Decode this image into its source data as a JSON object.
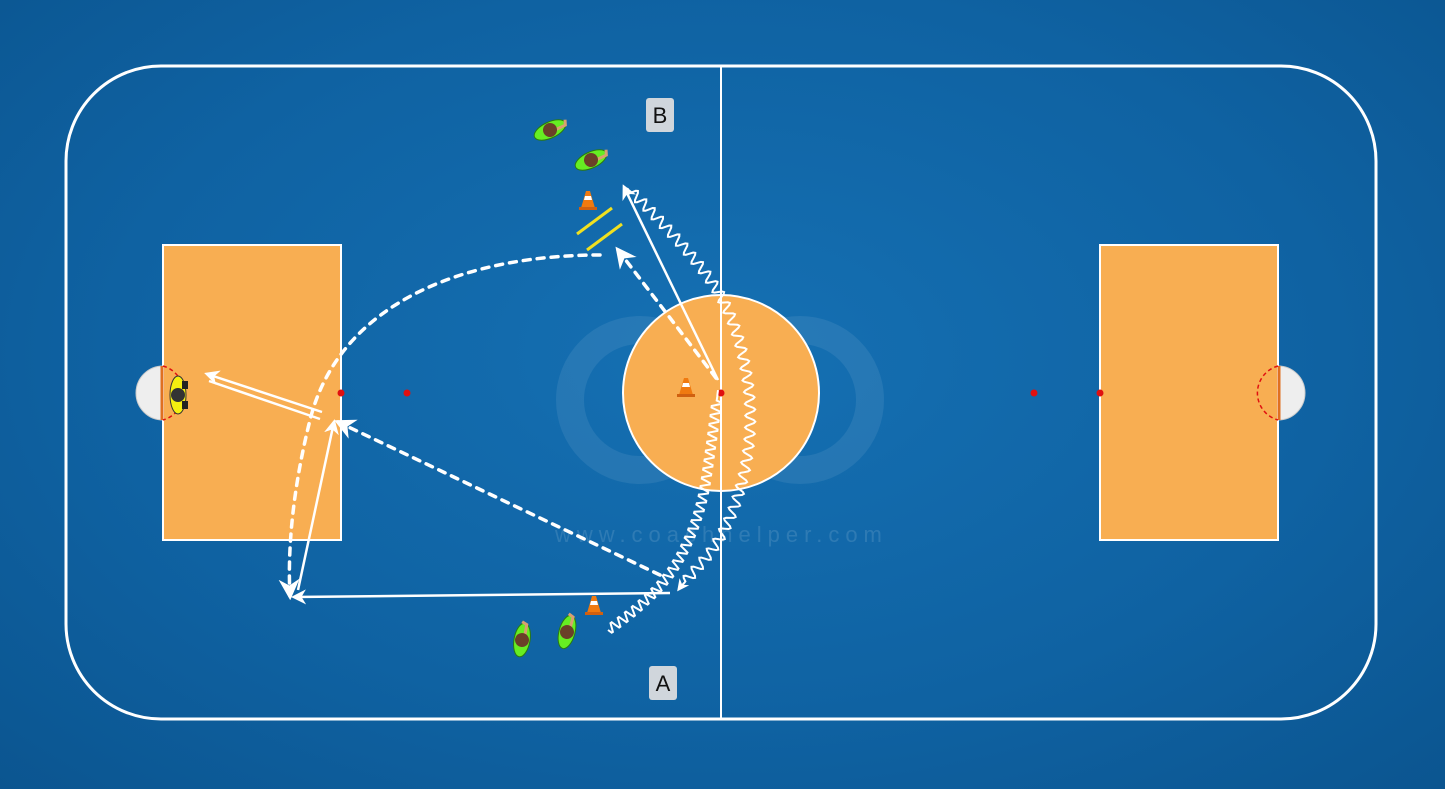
{
  "labels": {
    "a": "A",
    "b": "B"
  },
  "watermark": "www.coachhelper.com",
  "colors": {
    "court": "#0f62a2",
    "area": "#f8ae52",
    "line": "#ffffff",
    "player": "#66ee22",
    "goalkeeper": "#f5ee10",
    "cone": "#f07a10",
    "marker": "#f0e020",
    "spot": "#e01010"
  },
  "icons": [
    "player-icon",
    "goalkeeper-icon",
    "cone-icon",
    "hurdle-icon",
    "goal-icon"
  ]
}
